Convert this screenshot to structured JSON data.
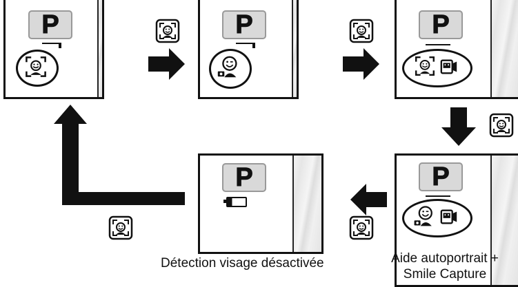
{
  "screens": [
    {
      "id": "s1",
      "mode_letter": "P",
      "icons": [
        "face-detect-icon"
      ]
    },
    {
      "id": "s2",
      "mode_letter": "P",
      "icons": [
        "self-portrait-icon"
      ]
    },
    {
      "id": "s3",
      "mode_letter": "P",
      "icons": [
        "face-detect-icon",
        "smile-capture-icon"
      ]
    },
    {
      "id": "s4",
      "mode_letter": "P",
      "icons": [
        "self-portrait-icon",
        "smile-capture-icon"
      ]
    },
    {
      "id": "s5",
      "mode_letter": "P",
      "icons": [
        "battery-icon"
      ]
    }
  ],
  "flow_button_icon": "face-detect-button-icon",
  "labels": {
    "face_detection_off": "Détection visage désactivée",
    "self_portrait_smile_line1": "Aide autoportrait +",
    "self_portrait_smile_line2": "Smile Capture"
  },
  "colors": {
    "line": "#111111",
    "p_box": "#d9d9d9"
  }
}
